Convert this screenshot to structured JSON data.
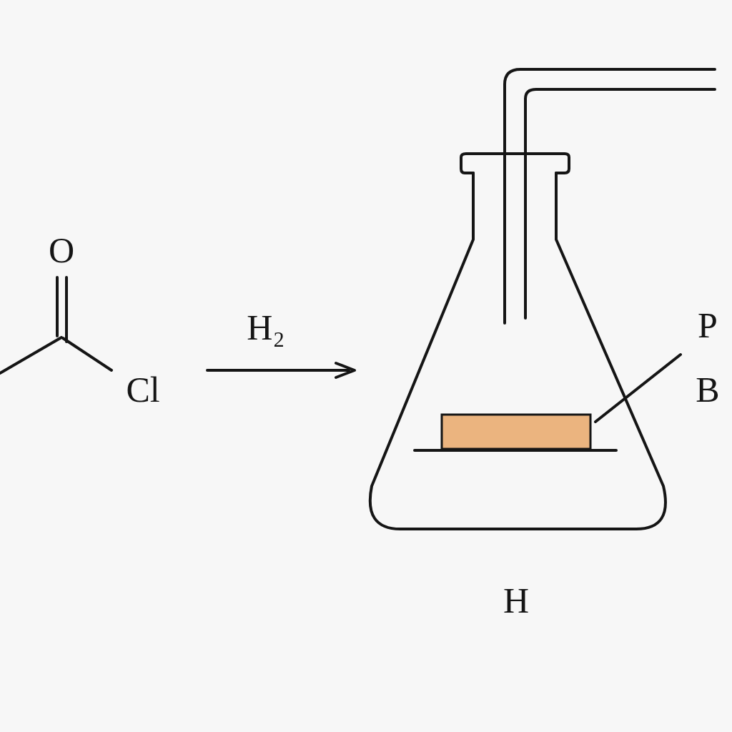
{
  "diagram": {
    "labels": [
      "O",
      "Cl",
      "H₂",
      "P",
      "B",
      "H"
    ]
  }
}
